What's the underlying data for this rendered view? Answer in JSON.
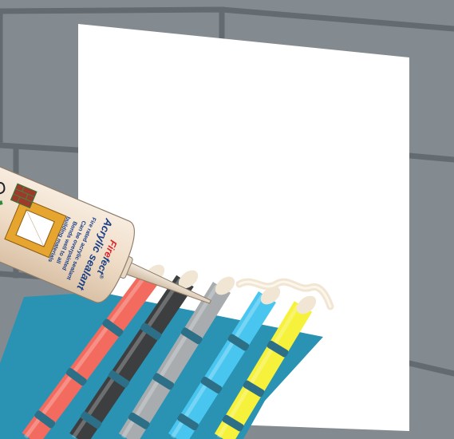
{
  "illustration": {
    "colors": {
      "wall": "#848b90",
      "mortar": "#646b70",
      "opening": "#ffffff",
      "tray": "#2a93b4",
      "cartridge": "#efdcc6",
      "cartridge_text": "#1a3f86",
      "brand_accent": "#d6262e",
      "logo_frame": "#e6a52e",
      "sealant_bead": "#f1e6d4"
    },
    "cables": [
      {
        "name": "red-cable",
        "color": "#f36b5e"
      },
      {
        "name": "black-cable",
        "color": "#3c3e40"
      },
      {
        "name": "grey-cable",
        "color": "#a9acaf"
      },
      {
        "name": "cyan-cable",
        "color": "#49c6f0"
      },
      {
        "name": "yellow-cable",
        "color": "#f6f13a"
      }
    ],
    "cable_band_color": "#2c6f86",
    "cartridge_label": {
      "brand_accent_letters": "Fire",
      "brand_rest": "fect",
      "brand_mark": "®",
      "product": "Acrylic sealant",
      "line1": "Fire rated acrylic sealant",
      "line2": "Can be overpainted",
      "line3": "Bonds well to all",
      "line4": "building materials"
    }
  }
}
